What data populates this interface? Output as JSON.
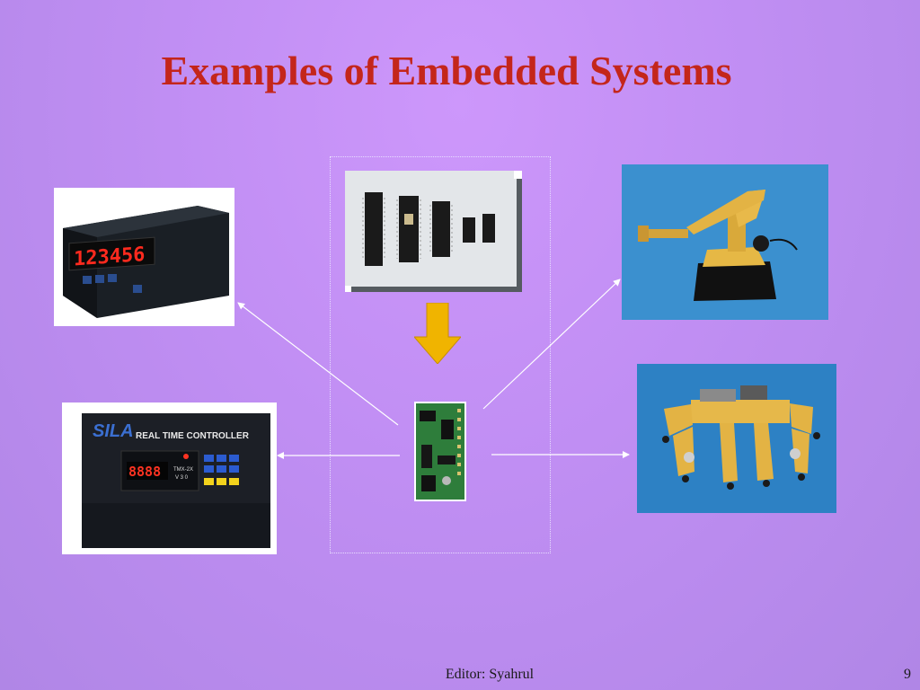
{
  "slide": {
    "title": "Examples of Embedded Systems",
    "footer": "Editor: Syahrul",
    "page_number": "9"
  },
  "photos": {
    "panel_meter": {
      "display": "123456"
    },
    "controller": {
      "brand": "SILA",
      "label": "REAL TIME CONTROLLER",
      "display": "8888",
      "model": "TMX-2X",
      "model_sub": "V 3 0"
    }
  },
  "icons": {
    "down_arrow": "down-arrow-icon"
  },
  "colors": {
    "title": "#c4261b",
    "background": "#c08ef3",
    "arrow": "#f0b400"
  }
}
